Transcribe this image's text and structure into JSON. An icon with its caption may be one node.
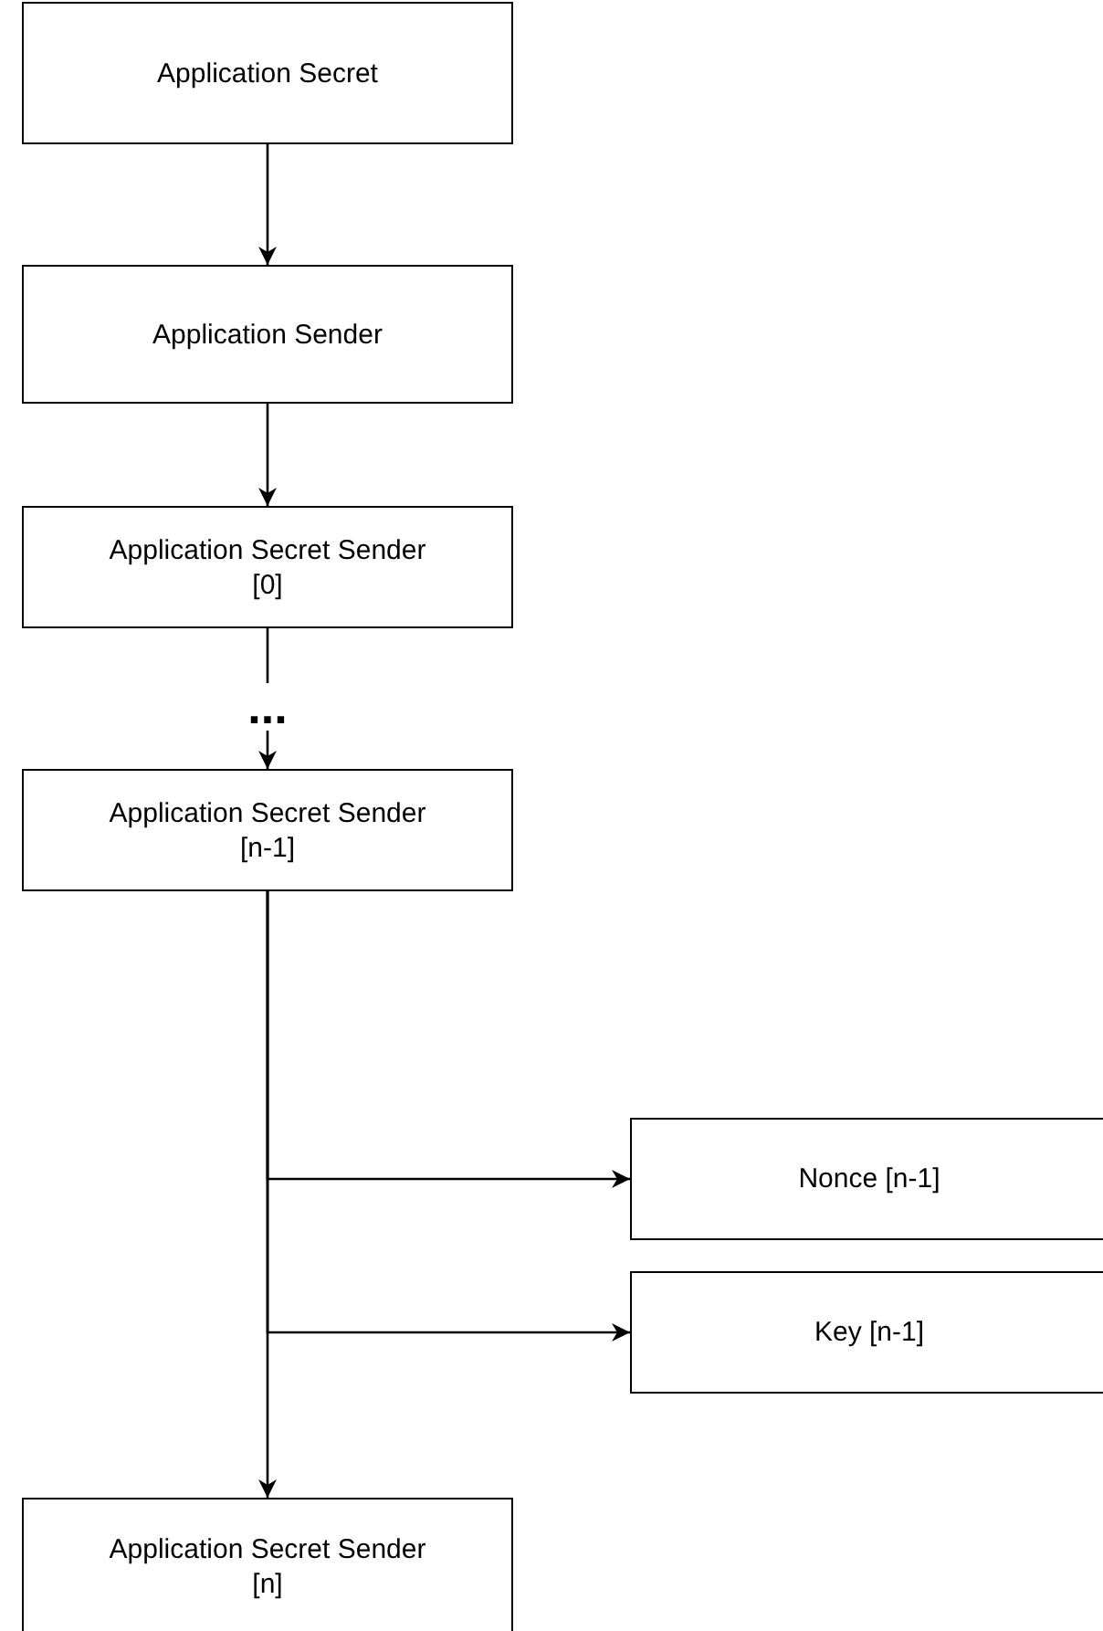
{
  "diagram": {
    "nodes": [
      {
        "text": [
          "Application Secret"
        ]
      },
      {
        "text": [
          "Application Sender"
        ]
      },
      {
        "text": [
          "Application Secret Sender [0]"
        ]
      },
      {
        "text": [
          "Application Secret Sender [n-1]"
        ]
      },
      {
        "text": [
          "Nonce [n-1]"
        ]
      },
      {
        "text": [
          "Key [n-1]"
        ]
      },
      {
        "text": [
          "Application Secret Sender [n]"
        ]
      }
    ],
    "edges": [
      {
        "from": 0,
        "to": 1,
        "arrow": "to"
      },
      {
        "from": 1,
        "to": 2,
        "arrow": "to"
      },
      {
        "from": 2,
        "to": 3,
        "arrow": "to",
        "label": "..."
      },
      {
        "from": 3,
        "to": 4,
        "arrow": "to"
      },
      {
        "from": 3,
        "to": 5,
        "arrow": "to"
      },
      {
        "from": 3,
        "to": 6,
        "arrow": "to"
      }
    ]
  }
}
